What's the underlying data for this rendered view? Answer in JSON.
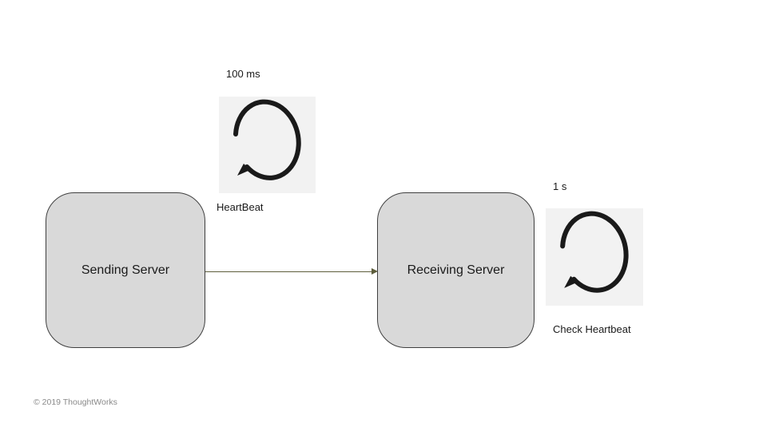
{
  "diagram": {
    "nodes": [
      {
        "id": "sending-server",
        "label": "Sending Server"
      },
      {
        "id": "receiving-server",
        "label": "Receiving Server"
      }
    ],
    "loops": [
      {
        "id": "heartbeat",
        "interval": "100 ms",
        "label": "HeartBeat",
        "icon": "loop-icon"
      },
      {
        "id": "check-heartbeat",
        "interval": "1 s",
        "label": "Check Heartbeat",
        "icon": "loop-icon"
      }
    ],
    "arrow": {
      "from": "Sending Server",
      "to": "Receiving Server"
    }
  },
  "footer": {
    "copyright": "© 2019 ThoughtWorks"
  },
  "colors": {
    "node_fill": "#d9d9d9",
    "node_border": "#3f3f3f",
    "icon_background": "#f2f2f2",
    "loop_stroke": "#1a1a1a",
    "arrow": "#5d5d3b"
  }
}
